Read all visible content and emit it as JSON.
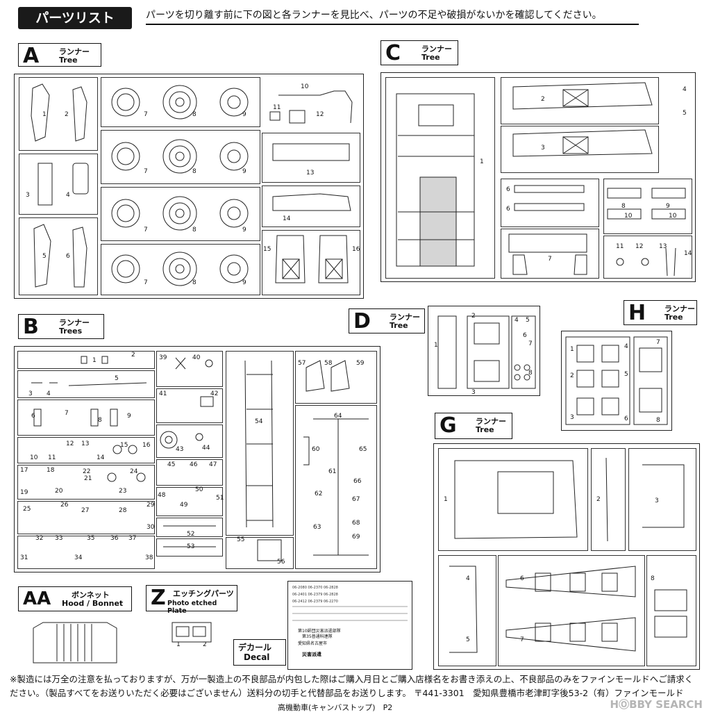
{
  "header": {
    "title": "パーツリスト",
    "instruction": "パーツを切り離す前に下の図と各ランナーを見比べ、パーツの不足や破損がないかを確認してください。"
  },
  "trees": {
    "A": {
      "letter": "A",
      "jp": "ランナー",
      "en": "Tree"
    },
    "B": {
      "letter": "B",
      "jp": "ランナー",
      "en": "Trees"
    },
    "C": {
      "letter": "C",
      "jp": "ランナー",
      "en": "Tree"
    },
    "D": {
      "letter": "D",
      "jp": "ランナー",
      "en": "Tree"
    },
    "G": {
      "letter": "G",
      "jp": "ランナー",
      "en": "Tree"
    },
    "H": {
      "letter": "H",
      "jp": "ランナー",
      "en": "Tree"
    },
    "AA": {
      "letter": "AA",
      "jp": "ボンネット",
      "en": "Hood / Bonnet"
    },
    "Z": {
      "letter": "Z",
      "jp": "エッチングパーツ",
      "en": "Photo etched Plate"
    }
  },
  "decal": {
    "jp": "デカール",
    "en": "Decal",
    "line1": "第10師団災害派遣部隊",
    "line2": "第35普通科連隊",
    "line3": "愛知県名古屋市",
    "line4": "災害派遣"
  },
  "footer": {
    "note": "※製造には万全の注意を払っておりますが、万が一製造上の不良部品が内包した際はご購入月日とご購入店様名をお書き添えの上、不良部品のみをファインモールドへご請求ください。（製品すべてをお送りいただく必要はございません）送料分の切手と代替部品をお送りします。 〒441-3301　愛知県豊橋市老津町字後53-2（有）ファインモールド",
    "caption": "高機動車(キャンバストップ)　P2",
    "watermark": "HⓄBBY SEARCH"
  },
  "parts": {
    "A": [
      "1",
      "2",
      "3",
      "4",
      "5",
      "6",
      "7",
      "8",
      "9",
      "10",
      "11",
      "12",
      "13",
      "14",
      "15",
      "16"
    ],
    "C": [
      "1",
      "2",
      "3",
      "4",
      "5",
      "6",
      "7",
      "8",
      "9",
      "10",
      "11",
      "12",
      "13",
      "14"
    ],
    "D": [
      "1",
      "2",
      "3",
      "4",
      "5",
      "6",
      "7",
      "8"
    ],
    "H": [
      "1",
      "2",
      "3",
      "4",
      "5",
      "6",
      "7",
      "8"
    ],
    "G": [
      "1",
      "2",
      "3",
      "4",
      "5",
      "6",
      "7",
      "8"
    ]
  }
}
